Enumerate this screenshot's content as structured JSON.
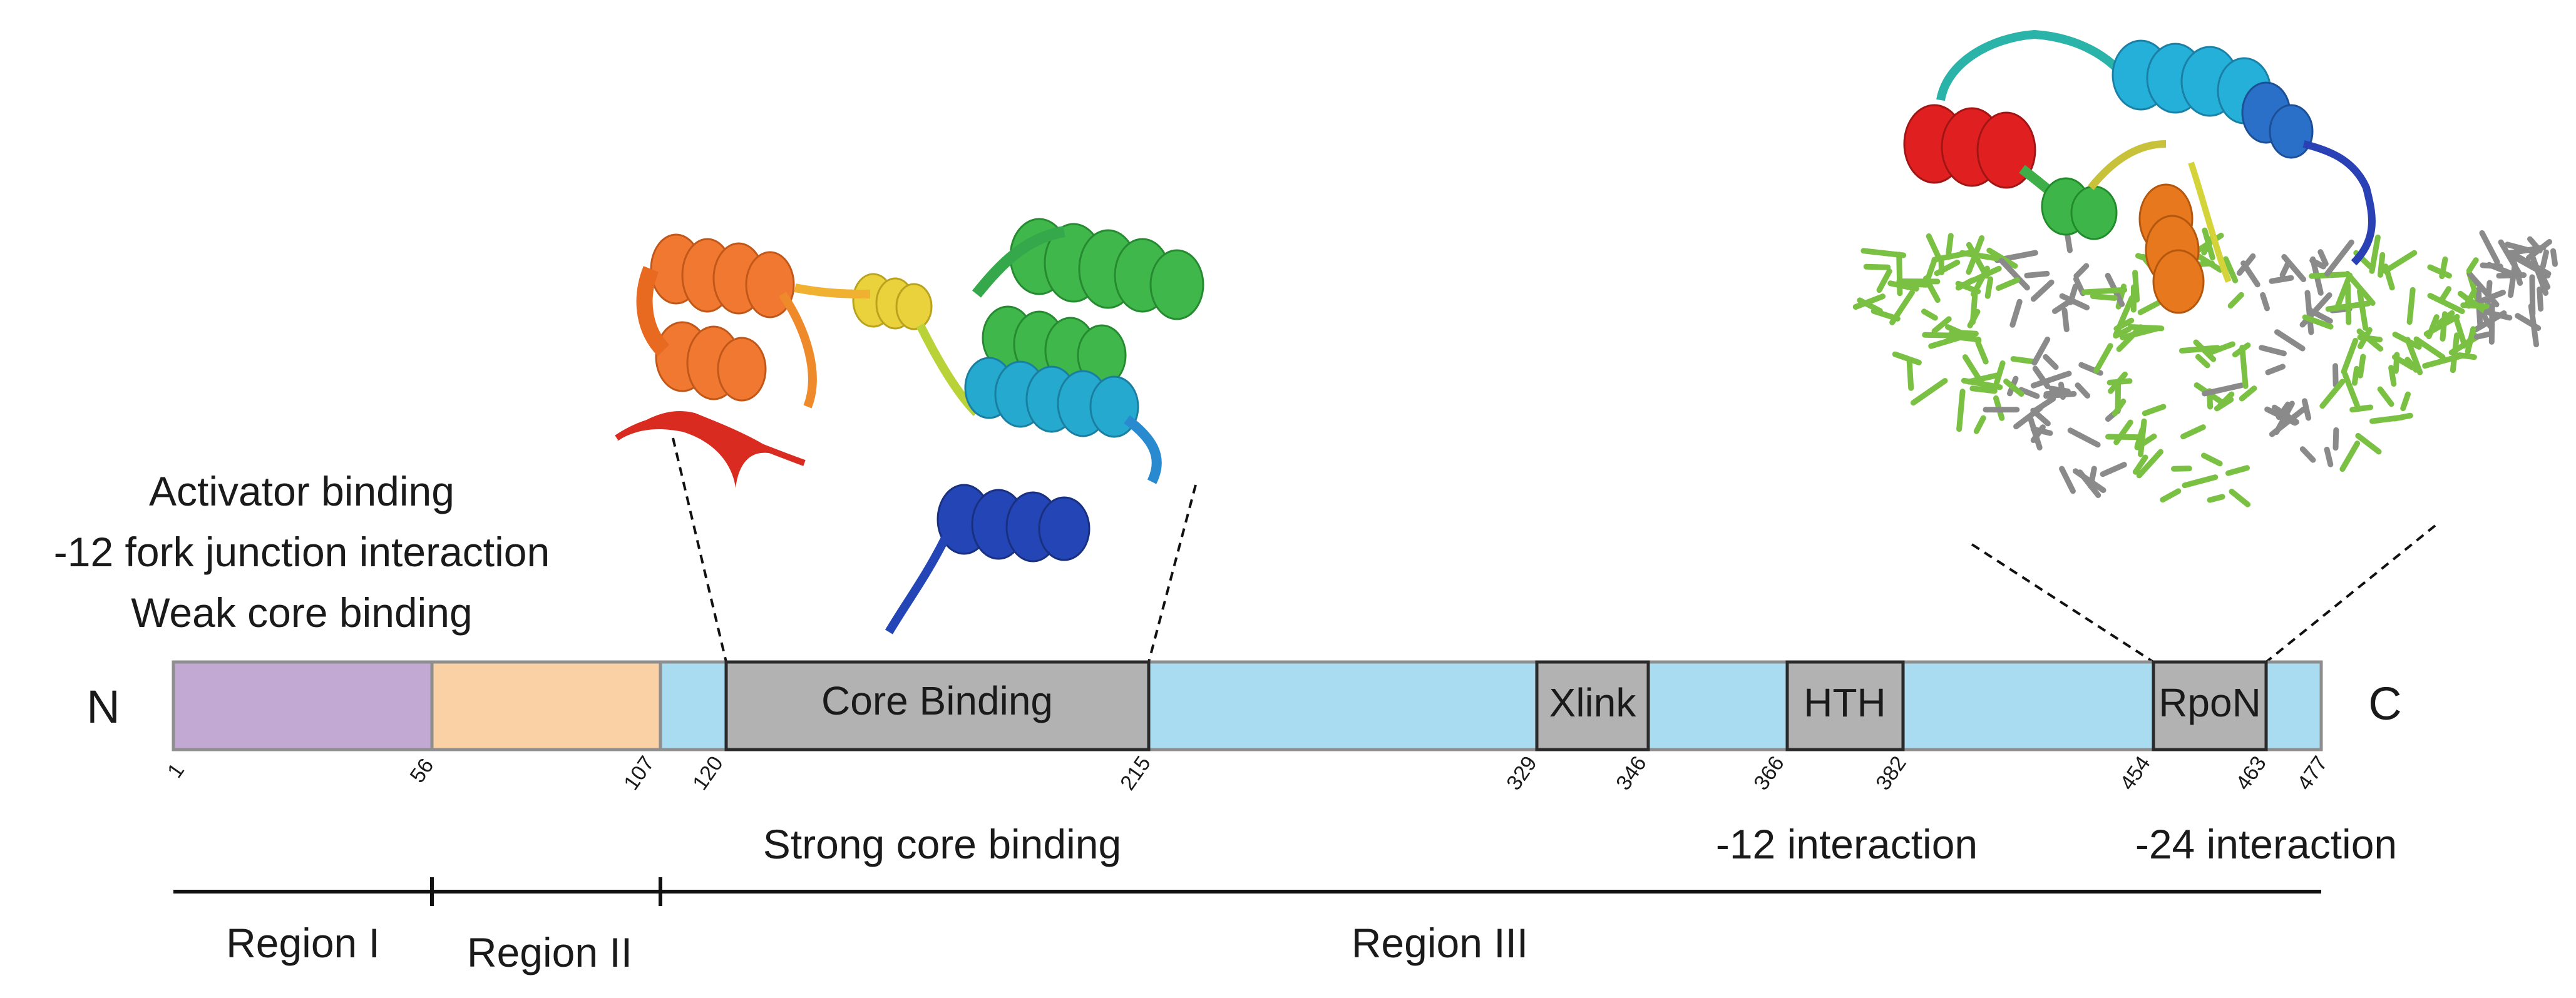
{
  "terminals": {
    "n": "N",
    "c": "C"
  },
  "region1_annotations": [
    "Activator binding",
    "-12 fork junction interaction",
    "Weak core binding"
  ],
  "segments": {
    "core_binding": "Core Binding",
    "xlink": "Xlink",
    "hth": "HTH",
    "rpon": "RpoN"
  },
  "positions": [
    "1",
    "56",
    "107",
    "120",
    "215",
    "329",
    "346",
    "366",
    "382",
    "454",
    "463",
    "477"
  ],
  "annotations": {
    "strong_core": "Strong core binding",
    "minus12": "-12 interaction",
    "minus24": "-24 interaction"
  },
  "regions": {
    "r1": "Region I",
    "r2": "Region II",
    "r3": "Region III"
  },
  "colors": {
    "region1": "#c1a9d3",
    "region2": "#f9d1a5",
    "region3": "#a9dcf1",
    "domain": "#b2b2b2",
    "dna_strand_a": "#7ac143",
    "dna_strand_b": "#8a8a8a"
  }
}
